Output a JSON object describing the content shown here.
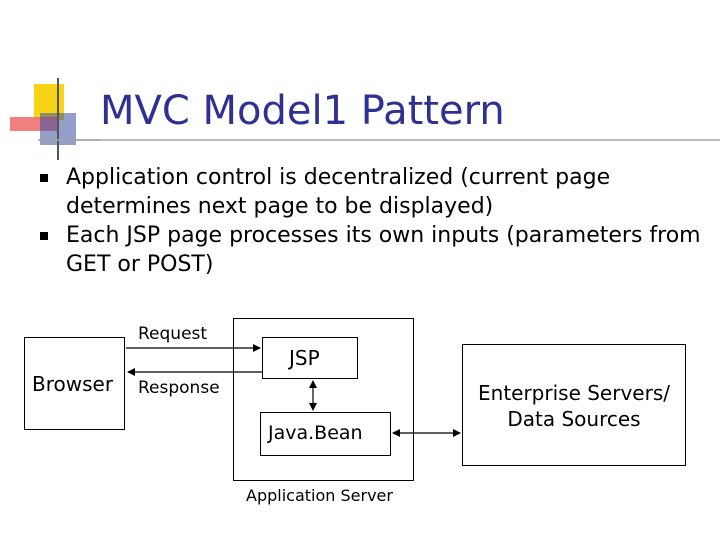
{
  "slide": {
    "title": "MVC Model1 Pattern",
    "bullets": [
      "Application control is decentralized (current page determines next page to be displayed)",
      "Each JSP page processes its own inputs (parameters from GET or POST)"
    ]
  },
  "diagram": {
    "browser_label": "Browser",
    "request_label": "Request",
    "response_label": "Response",
    "jsp_label": "JSP",
    "javabean_label": "Java.Bean",
    "app_server_label": "Application Server",
    "enterprise_line1": "Enterprise Servers/",
    "enterprise_line2": "Data Sources"
  },
  "colors": {
    "title": "#2e3192",
    "accent_yellow": "#f7d417",
    "accent_red": "#ef3b3b",
    "accent_blue": "#3a4fa0"
  }
}
